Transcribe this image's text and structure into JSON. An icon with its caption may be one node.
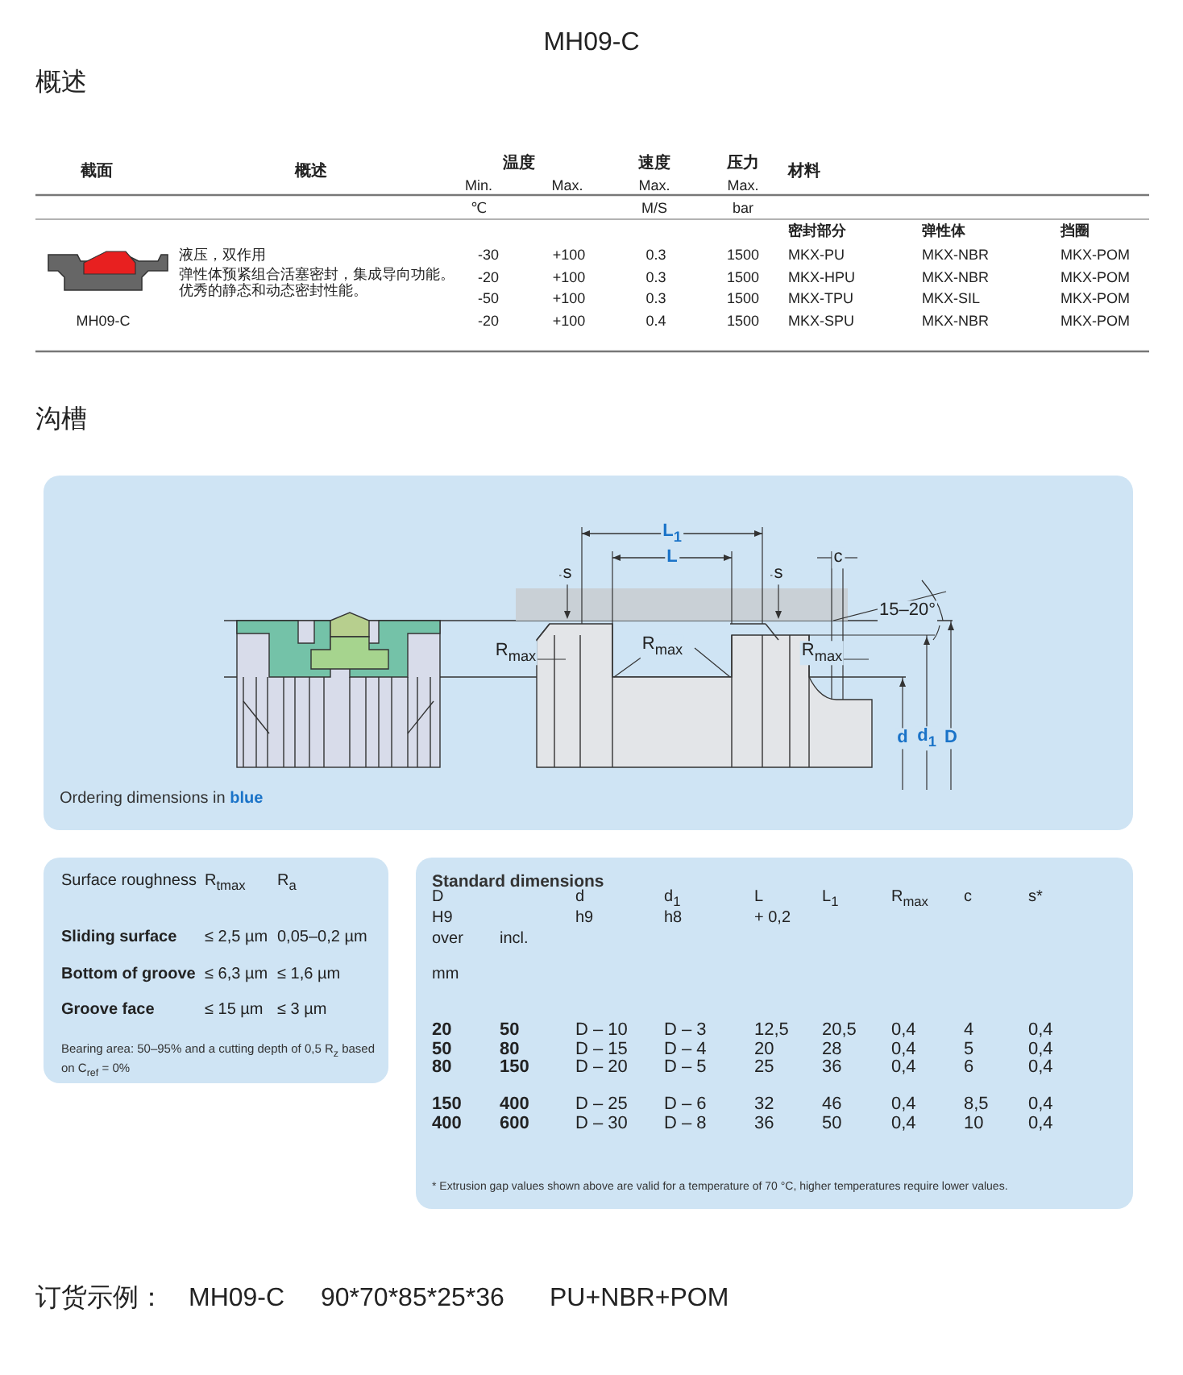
{
  "diagram": {
    "nodes": [
      {
        "text": [
          "Ordering dimensions in **blue**"
        ]
      },
      {
        "text": [
          "Bearing area: 50–95% and a cutting depth of 0,5 R$_{z}$ based on C$_{ref}$ = 0%"
        ]
      },
      {
        "text": [
          "Standard dimensions",
          "* Extrusion gap values shown above are valid for a temperature of 70 °C, higher temperatures require lower values."
        ]
      }
    ],
    "labels": [
      "MH09-C",
      "概述",
      "截面",
      "概述",
      "温度",
      "速度",
      "压力",
      "材料",
      "Min.",
      "Max.",
      "Max.",
      "Max.",
      "℃",
      "M/S",
      "bar",
      "密封部分",
      "弹性体",
      "挡圈",
      "液压，双作用",
      "弹性体预紧组合活塞密封，集成导向功能。优秀的静态和动态密封性能。",
      "MH09-C",
      "-30",
      "+100",
      "0.3",
      "1500",
      "MKX-PU",
      "MKX-NBR",
      "MKX-POM",
      "-20",
      "+100",
      "0.3",
      "1500",
      "MKX-HPU",
      "MKX-NBR",
      "MKX-POM",
      "-50",
      "+100",
      "0.3",
      "1500",
      "MKX-TPU",
      "MKX-SIL",
      "MKX-POM",
      "-20",
      "+100",
      "0.4",
      "1500",
      "MKX-SPU",
      "MKX-NBR",
      "MKX-POM",
      "沟槽",
      "L$_{1}$",
      "L",
      "s",
      "s",
      "c",
      "15–20°",
      "R$_{max}$",
      "R$_{max}$",
      "R$_{max}$",
      "d",
      "d$_{1}$",
      "D",
      "Surface roughness",
      "R$_{tmax}$",
      "R$_{a}$",
      "Sliding surface",
      "≤ 2,5 µm",
      "0,05–0,2 µm",
      "Bottom of groove",
      "≤ 6,3 µm",
      "≤ 1,6 µm",
      "Groove face",
      "≤ 15 µm",
      "≤ 3 µm",
      "D",
      "d",
      "d$_{1}$",
      "L",
      "L$_{1}$",
      "R$_{max}$",
      "c",
      "s*",
      "H9",
      "h9",
      "h8",
      "+ 0,2",
      "over",
      "incl.",
      "mm",
      "20",
      "50",
      "D – 10",
      "D – 3",
      "12,5",
      "20,5",
      "0,4",
      "4",
      "0,4",
      "50",
      "80",
      "D – 15",
      "D – 4",
      "20",
      "28",
      "0,4",
      "5",
      "0,4",
      "80",
      "150",
      "D – 20",
      "D – 5",
      "25",
      "36",
      "0,4",
      "6",
      "0,4",
      "150",
      "400",
      "D – 25",
      "D – 6",
      "32",
      "46",
      "0,4",
      "8,5",
      "0,4",
      "400",
      "600",
      "D – 30",
      "D – 8",
      "36",
      "50",
      "0,4",
      "10",
      "0,4",
      "订货示例：",
      "MH09-C",
      "90*70*85*25*36",
      "PU+NBR+POM"
    ]
  }
}
